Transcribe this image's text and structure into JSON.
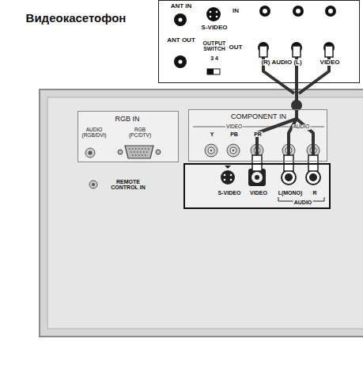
{
  "diagram": {
    "nodes": [
      {
        "text": [
          "Видеокасетофон",
          "ANT IN",
          "S-VIDEO",
          "IN",
          "ANT OUT",
          "OUTPUT SWITCH",
          "3 4",
          "OUT",
          "(R) AUDIO (L)",
          "VIDEO"
        ]
      },
      {
        "text": [
          "RGB IN",
          "AUDIO (RGB/DVI)",
          "RGB (PC/DTV)"
        ]
      },
      {
        "text": [
          "COMPONENT IN",
          "VIDEO",
          "AUDIO",
          "Y",
          "PB",
          "PR"
        ]
      },
      {
        "text": [
          "S-VIDEO",
          "VIDEO",
          "L(MONO)",
          "AUDIO",
          "R"
        ]
      }
    ],
    "edges": [
      {
        "from": 0,
        "to": 3,
        "arrow": "none"
      }
    ],
    "labels": [
      "REMOTE CONTROL IN"
    ]
  }
}
